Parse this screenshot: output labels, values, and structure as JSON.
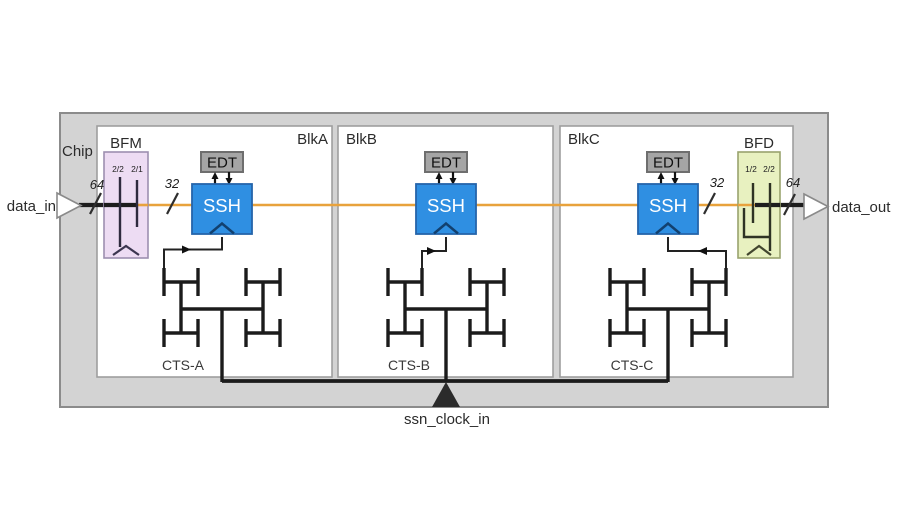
{
  "chip": {
    "label": "Chip"
  },
  "ports": {
    "data_in": "data_in",
    "data_out": "data_out",
    "ssn_clock_in": "ssn_clock_in"
  },
  "bus_widths": {
    "input": "64",
    "after_bfm": "32",
    "before_bfd": "32",
    "output": "64"
  },
  "bfm": {
    "label": "BFM",
    "ratio_left": "2/2",
    "ratio_right": "2/1"
  },
  "bfd": {
    "label": "BFD",
    "ratio_left": "1/2",
    "ratio_right": "2/2"
  },
  "blocks": [
    {
      "label": "BlkA",
      "edt_label": "EDT",
      "ssh_label": "SSH",
      "cts_label": "CTS-A"
    },
    {
      "label": "BlkB",
      "edt_label": "EDT",
      "ssh_label": "SSH",
      "cts_label": "CTS-B"
    },
    {
      "label": "BlkC",
      "edt_label": "EDT",
      "ssh_label": "SSH",
      "cts_label": "CTS-C"
    }
  ],
  "colors": {
    "chip_fill": "#d3d3d3",
    "block_fill": "#ffffff",
    "edt_fill": "#a5a5a5",
    "ssh_fill": "#2f8fe2",
    "bfm_fill": "#eddcf3",
    "bfd_fill": "#e8f1c0",
    "bus_orange": "#e8a23c",
    "ssn_triangle": "#2b2b2b"
  }
}
